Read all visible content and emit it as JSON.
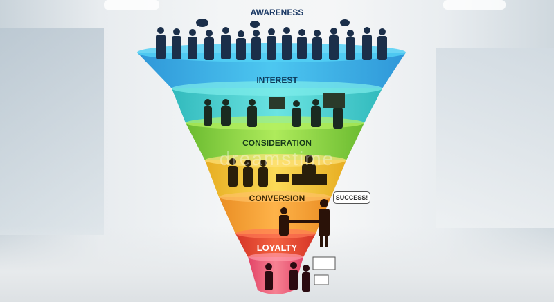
{
  "diagram": {
    "stages": [
      {
        "label": "AWARENESS",
        "color": "#2bb3e8"
      },
      {
        "label": "INTEREST",
        "color": "#3ad0d4"
      },
      {
        "label": "CONSIDERATION",
        "color": "#8fdc3a"
      },
      {
        "label": "CONVERSION",
        "color": "#f3c623"
      },
      {
        "label": "LOYALTY",
        "color": "#e8462a"
      }
    ],
    "bottom_color": "#ec5b6f",
    "bubble_text": "SUCCESS!",
    "watermark": "dreamstime"
  }
}
